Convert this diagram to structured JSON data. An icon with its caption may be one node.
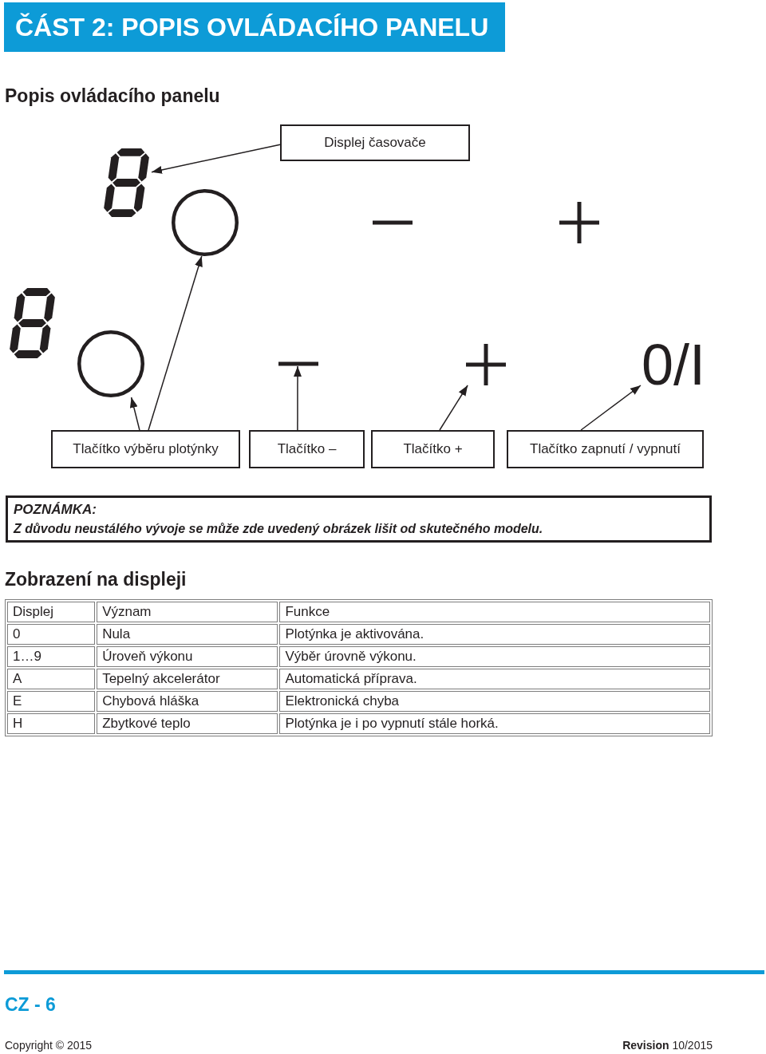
{
  "diagram": {
    "title": "ČÁST 2: POPIS OVLÁDACÍHO PANELU",
    "nodes": [
      {
        "text": [
          "Displej časovače"
        ]
      },
      {
        "text": [],
        "shape": "picture"
      },
      {
        "text": [],
        "shape": "circle"
      },
      {
        "text": [],
        "shape": "bar"
      },
      {
        "text": [],
        "shape": "cross"
      },
      {
        "text": [],
        "shape": "picture"
      },
      {
        "text": [],
        "shape": "circle"
      },
      {
        "text": [],
        "shape": "bar"
      },
      {
        "text": [],
        "shape": "cross"
      },
      {
        "text": [
          "0/I"
        ]
      },
      {
        "text": [
          "Tlačítko výběru plotýnky"
        ]
      },
      {
        "text": [
          "Tlačítko –"
        ]
      },
      {
        "text": [
          "Tlačítko +"
        ]
      },
      {
        "text": [
          "Tlačítko zapnutí / vypnutí"
        ]
      },
      {
        "text": [
          "POZNÁMKA:",
          "Z důvodu neustálého vývoje se může zde uvedený obrázek lišit od skutečného modelu."
        ]
      }
    ],
    "edges": [
      {
        "from": 0,
        "to": 1,
        "arrow": "to"
      },
      {
        "from": 10,
        "to": 6,
        "arrow": "to"
      },
      {
        "from": 10,
        "to": 2,
        "arrow": "to"
      },
      {
        "from": 11,
        "to": 7,
        "arrow": "to"
      },
      {
        "from": 12,
        "to": 8,
        "arrow": "to"
      },
      {
        "from": 13,
        "to": 9,
        "arrow": "to"
      }
    ],
    "labels": [
      "Popis ovládacího panelu",
      "Zobrazení na displeji",
      "Displej",
      "Význam",
      "Funkce",
      "0",
      "Nula",
      "Plotýnka je aktivována.",
      "1…9",
      "Úroveň výkonu",
      "Výběr úrovně výkonu.",
      "A",
      "Tepelný akcelerátor",
      "Automatická příprava.",
      "E",
      "Chybová hláška",
      "Elektronická chyba",
      "H",
      "Zbytkové teplo",
      "Plotýnka je i po vypnutí stále horká.",
      "CZ - 6",
      "Copyright © 2015",
      "**Revision** 10/2015"
    ]
  }
}
